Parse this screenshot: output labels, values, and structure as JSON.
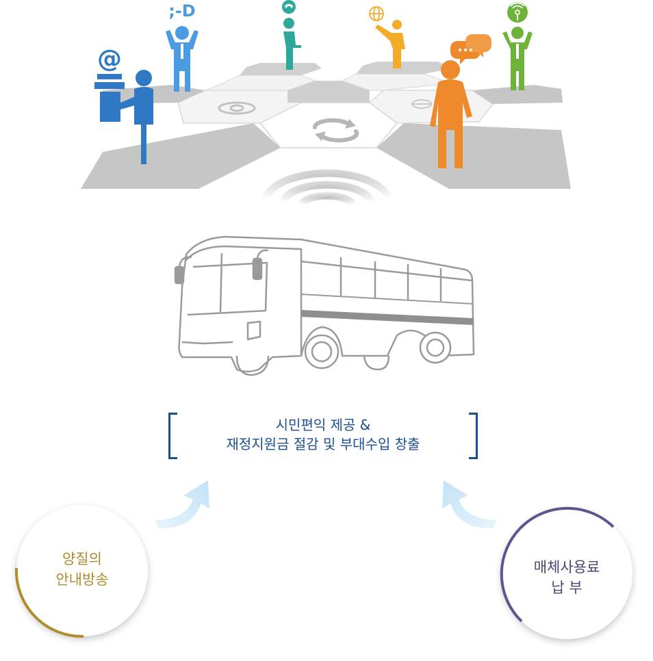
{
  "headline": {
    "line1": "시민편익 제공 &",
    "line2": "재정지원금 절감 및 부대수입 창출"
  },
  "left_circle": {
    "line1": "양질의",
    "line2": "안내방송",
    "accent": "#b08c2e"
  },
  "right_circle": {
    "line1": "매체사용료",
    "line2": "납 부",
    "accent": "#5d5590"
  },
  "figures": {
    "at_person": {
      "glyph": "@",
      "color": "#2f78c4"
    },
    "smile_person": {
      "glyph": ";-D",
      "color": "#4a9be0"
    },
    "wifi_person": {
      "icon": "wifi-icon",
      "color": "#2ea89a"
    },
    "globe_person": {
      "icon": "globe-icon",
      "color": "#f3ab2a"
    },
    "chat_person": {
      "icon": "chat-bubbles-icon",
      "color": "#ee8a2c"
    },
    "signal_person": {
      "icon": "signal-icon",
      "color": "#6fb43a"
    }
  },
  "colors": {
    "tile_gray": "#c6c6c6",
    "outline_gray": "#9a9a9a",
    "arrow_blue": "#cfe8f8",
    "headline_blue": "#1a4e93"
  }
}
